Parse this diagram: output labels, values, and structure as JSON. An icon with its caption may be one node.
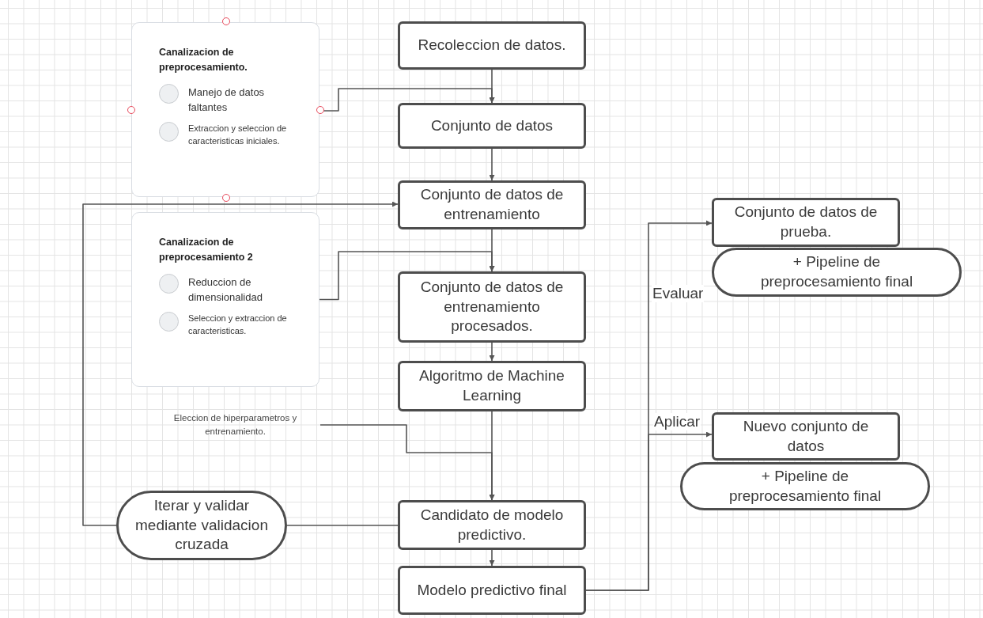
{
  "diagram": {
    "nodes": [
      {
        "text": [
          "Canalizacion de preprocesamiento.",
          "Manejo de datos faltantes",
          "Extraccion y seleccion de caracteristicas iniciales."
        ]
      },
      {
        "text": [
          "Recoleccion de datos."
        ]
      },
      {
        "text": [
          "Conjunto de datos"
        ]
      },
      {
        "text": [
          "Conjunto de datos de entrenamiento"
        ]
      },
      {
        "text": [
          "Canalizacion de preprocesamiento 2",
          "Reduccion de dimensionalidad",
          "Seleccion y extraccion de caracteristicas."
        ]
      },
      {
        "text": [
          "Conjunto de datos de entrenamiento procesados."
        ]
      },
      {
        "text": [
          "Algoritmo de Machine Learning"
        ]
      },
      {
        "text": [
          "Eleccion de hiperparametros y entrenamiento."
        ]
      },
      {
        "text": [
          "Iterar y validar mediante validacion cruzada"
        ]
      },
      {
        "text": [
          "Candidato de modelo predictivo."
        ]
      },
      {
        "text": [
          "Modelo predictivo final"
        ]
      },
      {
        "text": [
          "Conjunto de datos de prueba."
        ]
      },
      {
        "text": [
          "+ Pipeline de preprocesamiento final"
        ]
      },
      {
        "text": [
          "Nuevo conjunto de datos"
        ]
      },
      {
        "text": [
          "+ Pipeline de preprocesamiento final"
        ]
      }
    ],
    "edges": [
      {
        "from": 1,
        "to": 2,
        "arrow": "to"
      },
      {
        "from": 0,
        "to": 2,
        "arrow": "to"
      },
      {
        "from": 2,
        "to": 3,
        "arrow": "to"
      },
      {
        "from": 3,
        "to": 5,
        "arrow": "to"
      },
      {
        "from": 4,
        "to": 5,
        "arrow": "to"
      },
      {
        "from": 5,
        "to": 6,
        "arrow": "to"
      },
      {
        "from": 6,
        "to": 9,
        "arrow": "to"
      },
      {
        "from": 7,
        "to": 9,
        "arrow": "to"
      },
      {
        "from": 9,
        "to": 10,
        "arrow": "to"
      },
      {
        "from": 9,
        "to": 8,
        "arrow": "none"
      },
      {
        "from": 8,
        "to": 3,
        "arrow": "to"
      },
      {
        "from": 10,
        "to": 11,
        "arrow": "to",
        "label": "Evaluar"
      },
      {
        "from": 10,
        "to": 13,
        "arrow": "to",
        "label": "Aplicar"
      }
    ]
  }
}
